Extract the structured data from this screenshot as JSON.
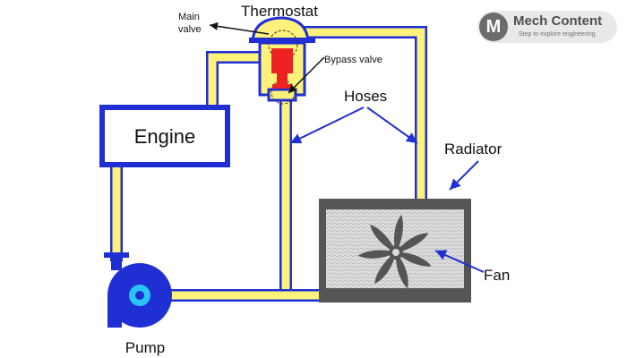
{
  "labels": {
    "thermostat": "Thermostat",
    "main_valve_line1": "Main",
    "main_valve_line2": "valve",
    "bypass_valve": "Bypass valve",
    "hoses": "Hoses",
    "engine": "Engine",
    "radiator": "Radiator",
    "fan": "Fan",
    "pump": "Pump"
  },
  "logo": {
    "badge": "M",
    "name": "Mech Content",
    "tagline": "Step to explore engineering"
  },
  "colors": {
    "hose_fill": "#fff27a",
    "hose_outline": "#1f2fd4",
    "arrow": "#1f2fd4",
    "valve_red": "#ee2222",
    "radiator_frame": "#555555",
    "radiator_core": "#d9d9d9",
    "pump_blue": "#1f2fd4",
    "fan_blade": "#555555"
  }
}
